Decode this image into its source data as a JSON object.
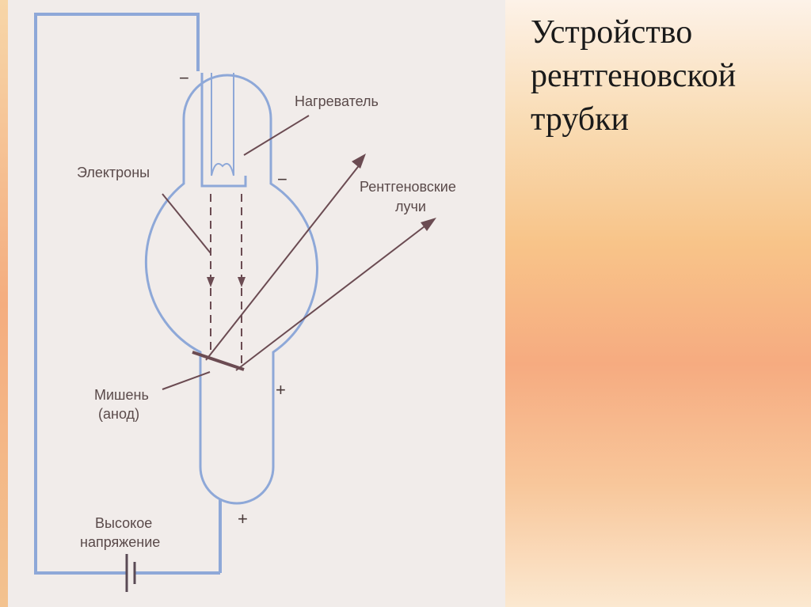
{
  "slide": {
    "title_lines": [
      "Устройство",
      "рентгеновской",
      "трубки"
    ]
  },
  "diagram": {
    "labels": {
      "heater": "Нагреватель",
      "electrons": "Электроны",
      "xrays_line1": "Рентгеновские",
      "xrays_line2": "лучи",
      "target_line1": "Мишень",
      "target_line2": "(анод)",
      "voltage_line1": "Высокое",
      "voltage_line2": "напряжение"
    },
    "signs": {
      "minus_top": "−",
      "minus_right": "−",
      "plus_anode": "+",
      "plus_bottom": "+"
    },
    "colors": {
      "tube": "#8ea8d8",
      "arrows": "#6b4b52",
      "photo_bg": "#f1ecea"
    }
  }
}
